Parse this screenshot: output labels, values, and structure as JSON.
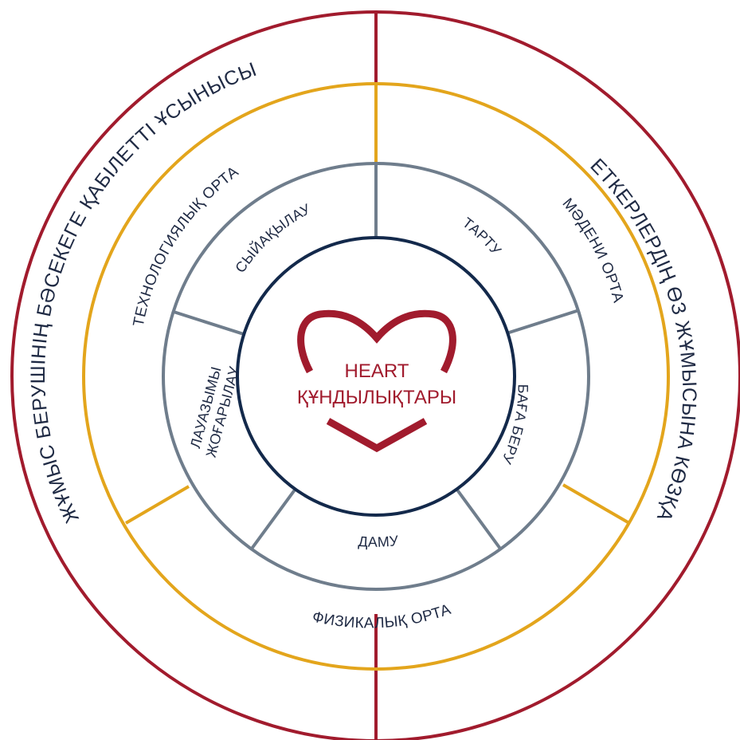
{
  "colors": {
    "outer_ring": "#a11b2d",
    "middle_ring": "#e3a51c",
    "inner_ring": "#6f7d8c",
    "core_ring": "#13294b",
    "heart": "#a11b2d",
    "text": "#1f2a44"
  },
  "outer": {
    "left_label": "ЖҰМЫС БЕРУШІНІҢ БӘСЕКЕГЕ ҚАБІЛЕТТІ ҰСЫНЫСЫ",
    "right_label": "ҚЫЗМЕТКЕРЛЕРДІҢ ӨЗ ЖҰМЫСЫНА КӨЗҚАРАСЫ"
  },
  "middle": {
    "technological": "ТЕХНОЛОГИЯЛЫҚ ОРТА",
    "cultural": "МӘДЕНИ ОРТА",
    "physical": "ФИЗИКАЛЫҚ ОРТА"
  },
  "inner": {
    "reward": "СЫЙАҚЫЛАУ",
    "attract": "ТАРТУ",
    "evaluate": "БАҒА БЕРУ",
    "develop": "ДАМУ",
    "promote_line1": "ЛАУАЗЫМЫ",
    "promote_line2": "ЖОҒАРЫЛАУ"
  },
  "center": {
    "line1": "HEART",
    "line2": "ҚҰНДЫЛЫҚТАРЫ"
  }
}
